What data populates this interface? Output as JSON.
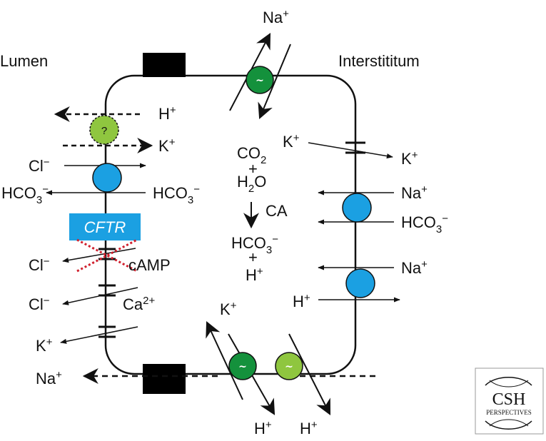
{
  "colors": {
    "pump_dark_green": "#14913c",
    "pump_light_green": "#8fc63f",
    "transporter_blue": "#1ba0e2",
    "cftr_box": "#1ba0e2",
    "cross_red": "#d0202e",
    "block": "#000000"
  },
  "labels": {
    "lumen": "Lumen",
    "interstitium": "Interstititum",
    "na_top": "Na+",
    "h_top_left": "H+",
    "question": "?",
    "k_top_left": "K+",
    "cl_1": "Cl−",
    "hco3_left": "HCO3−",
    "hco3_left_in": "HCO3−",
    "cftr": "CFTR",
    "cl_2": "Cl−",
    "camp": "cAMP",
    "cl_3": "Cl−",
    "ca": "Ca2+",
    "k_left_bottom": "K+",
    "na_bottom_left": "Na+",
    "co2": "CO2",
    "plus_1": "+",
    "h2o": "H2O",
    "ca_enzyme": "CA",
    "hco3_center": "HCO3−",
    "plus_2": "+",
    "h_center": "H+",
    "k_right_in": "K+",
    "k_right_out": "K+",
    "na_right_1": "Na+",
    "hco3_right": "HCO3−",
    "na_right_2": "Na+",
    "h_right": "H+",
    "k_bottom": "K+",
    "h_bottom_1": "H+",
    "h_bottom_2": "H+",
    "tilde_1": "~",
    "tilde_2": "~",
    "tilde_3": "~",
    "logo_main": "CSH",
    "logo_sub": "PERSPECTIVES"
  }
}
